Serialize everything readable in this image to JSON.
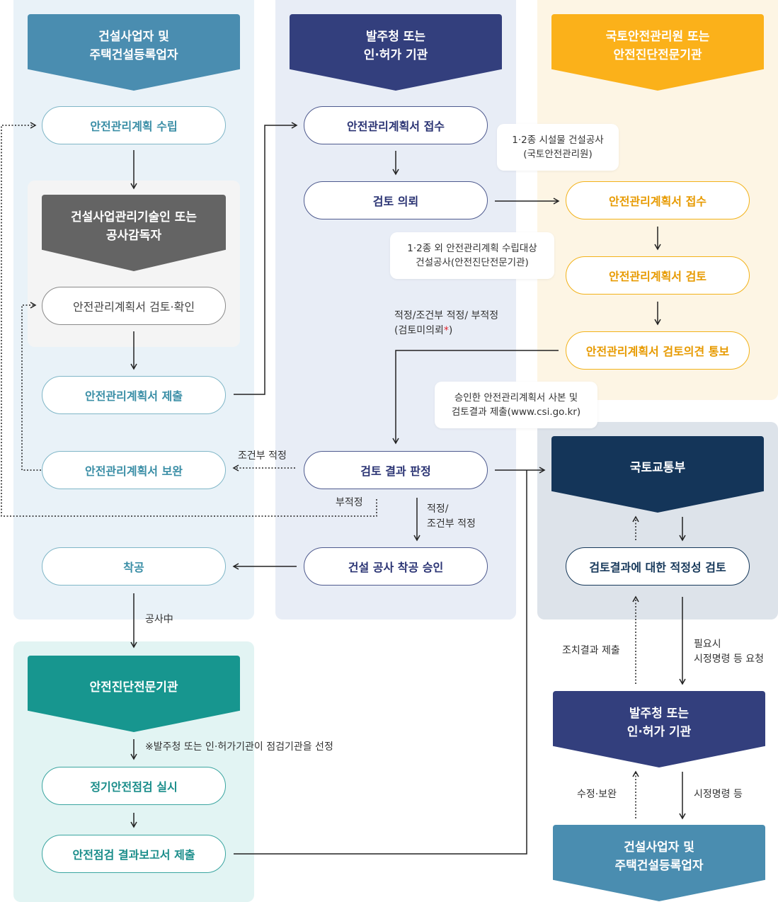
{
  "columns": {
    "contractor": {
      "title_line1": "건설사업자 및",
      "title_line2": "주택건설등록업자"
    },
    "client": {
      "title_line1": "발주청 또는",
      "title_line2": "인·허가 기관"
    },
    "kalis": {
      "title_line1": "국토안전관리원 또는",
      "title_line2": "안전진단전문기관"
    }
  },
  "supervisor": {
    "title_line1": "건설사업관리기술인 또는",
    "title_line2": "공사감독자"
  },
  "ministry": {
    "title": "국토교통부"
  },
  "diagnosis": {
    "title": "안전진단전문기관"
  },
  "bottom_client": {
    "title_line1": "발주청 또는",
    "title_line2": "인·허가 기관"
  },
  "bottom_contractor": {
    "title_line1": "건설사업자 및",
    "title_line2": "주택건설등록업자"
  },
  "steps": {
    "plan_establish": "안전관리계획 수립",
    "plan_review_confirm": "안전관리계획서 검토·확인",
    "plan_submit": "안전관리계획서 제출",
    "plan_supplement": "안전관리계획서 보완",
    "start_work": "착공",
    "plan_receive_client": "안전관리계획서 접수",
    "review_request": "검토 의뢰",
    "review_result_decision": "검토 결과 판정",
    "construction_start_approval": "건설 공사 착공 승인",
    "plan_receive_kalis": "안전관리계획서 접수",
    "plan_review_kalis": "안전관리계획서 검토",
    "review_opinion_notice": "안전관리계획서 검토의견 통보",
    "adequacy_review": "검토결과에 대한 적정성 검토",
    "regular_inspection": "정기안전점검 실시",
    "inspection_report_submit": "안전점검 결과보고서 제출"
  },
  "notes": {
    "class12_line1": "1·2종 시설물 건설공사",
    "class12_line2": "(국토안전관리원)",
    "other_line1": "1·2종 외 안전관리계획 수립대상",
    "other_line2": "건설공사(안전진단전문기관)",
    "approved_line1": "승인한 안전관리계획서 사본 및",
    "approved_line2": "검토결과 제출(www.csi.go.kr)"
  },
  "labels": {
    "verdicts_line1": "적정/조건부 적정/ 부적정",
    "verdicts_line2_text": "(검토미의뢰",
    "verdicts_star": "*",
    "verdicts_close": ")",
    "conditional": "조건부 적정",
    "unsuitable": "부적정",
    "suitable_line1": "적정/",
    "suitable_line2": "조건부 적정",
    "under_construction": "공사中",
    "selection_note": "※발주청 또는 인·허가기관이 점검기관을 선정",
    "action_submit": "조치결과 제출",
    "if_needed_line1": "필요시",
    "if_needed_line2": "시정명령 등 요청",
    "modify_supplement": "수정·보완",
    "correction_order": "시정명령 등"
  },
  "colors": {
    "contractor_banner": "#4a8db0",
    "client_banner": "#333f7d",
    "kalis_banner": "#fbb11a",
    "supervisor_banner": "#646464",
    "ministry_banner": "#143559",
    "diagnosis_banner": "#17968f"
  }
}
